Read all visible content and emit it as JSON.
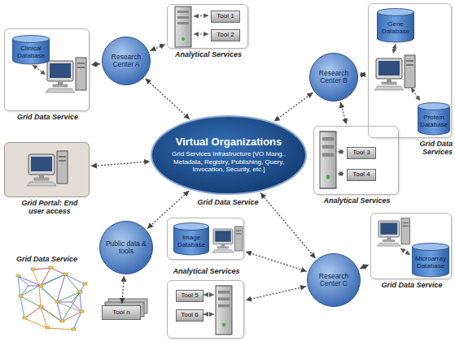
{
  "diagram": {
    "nodes": [
      {
        "text": [
          "Grid Data Service"
        ]
      },
      {
        "text": [
          "Clinical Database"
        ],
        "in": 0
      },
      {
        "text": [
          "Analytical Services"
        ]
      },
      {
        "text": [
          "Tool 1"
        ],
        "in": 2
      },
      {
        "text": [
          "Tool 2"
        ],
        "in": 2
      },
      {
        "text": [
          "Research Center A"
        ]
      },
      {
        "text": [
          "Research Center B"
        ]
      },
      {
        "text": [
          "Grid Data Services"
        ]
      },
      {
        "text": [
          "Gene Database"
        ],
        "in": 7
      },
      {
        "text": [
          "Protein Database"
        ],
        "in": 7
      },
      {
        "text": [
          "Virtual Organizations",
          "Grid Services Infrastructure [VO Mang., Metadata, Registry, Publishing, Query, Invocation, Security, etc.]"
        ]
      },
      {
        "text": [
          "Grid Portal: End user access"
        ]
      },
      {
        "text": [
          "Analytical Services"
        ]
      },
      {
        "text": [
          "Tool 3"
        ],
        "in": 12
      },
      {
        "text": [
          "Tool 4"
        ],
        "in": 12
      },
      {
        "text": []
      },
      {
        "text": [
          "Image Database"
        ],
        "in": 15
      },
      {
        "text": [
          "Analytical Services"
        ]
      },
      {
        "text": [
          "Tool 5"
        ],
        "in": 17
      },
      {
        "text": [
          "Tool 6"
        ],
        "in": 17
      },
      {
        "text": [
          "Public data & tools"
        ]
      },
      {
        "text": [
          "Research Center C"
        ]
      },
      {
        "text": [
          "Grid Data Service"
        ]
      },
      {
        "text": [
          "Microarray Database"
        ],
        "in": 22
      },
      {
        "text": [
          "Tool n"
        ]
      }
    ],
    "edges": [
      {
        "from": 5,
        "to": 10,
        "arrow": "both"
      },
      {
        "from": 5,
        "to": 0,
        "arrow": "both"
      },
      {
        "from": 5,
        "to": 2,
        "arrow": "both"
      },
      {
        "from": 6,
        "to": 10,
        "arrow": "both"
      },
      {
        "from": 6,
        "to": 7,
        "arrow": "both"
      },
      {
        "from": 6,
        "to": 12,
        "arrow": "both"
      },
      {
        "from": 11,
        "to": 10,
        "arrow": "both"
      },
      {
        "from": 20,
        "to": 10,
        "arrow": "both"
      },
      {
        "from": 20,
        "to": 24,
        "arrow": "both"
      },
      {
        "from": 21,
        "to": 10,
        "arrow": "both"
      },
      {
        "from": 21,
        "to": 15,
        "arrow": "both"
      },
      {
        "from": 21,
        "to": 17,
        "arrow": "both"
      },
      {
        "from": 21,
        "to": 22,
        "arrow": "both"
      }
    ],
    "labels": [
      "Grid Data Service",
      "Grid Data Service"
    ]
  }
}
